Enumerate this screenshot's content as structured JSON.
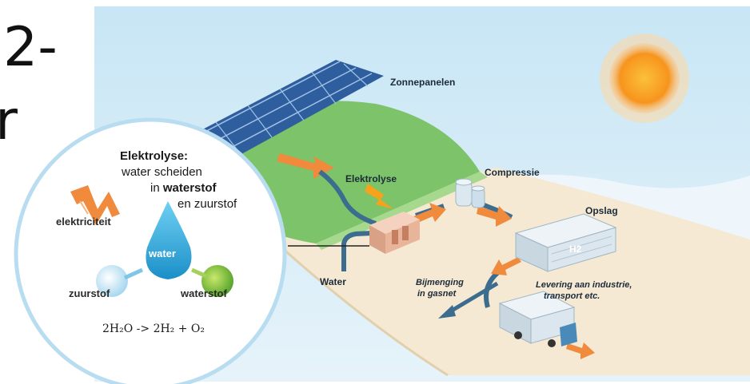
{
  "heading": {
    "line1": "2-",
    "line2": "r"
  },
  "labels": {
    "zonnepanelen": "Zonnepanelen",
    "elektrolyse": "Elektrolyse",
    "compressie": "Compressie",
    "opslag": "Opslag",
    "h2": "H2",
    "water": "Water",
    "bijmenging_1": "Bijmenging",
    "bijmenging_2": "in gasnet",
    "levering_1": "Levering aan industrie,",
    "levering_2": "transport etc."
  },
  "callout": {
    "title": "Elektrolyse:",
    "line1": "water scheiden",
    "line2_pre": "in ",
    "line2_bold": "waterstof",
    "line3": "en zuurstof",
    "elektriciteit": "elektriciteit",
    "water": "water",
    "zuurstof": "zuurstof",
    "waterstof": "waterstof",
    "equation": "2H₂O  -> 2H₂ + O₂"
  },
  "colors": {
    "sky": "#d6ecf7",
    "grass": "#7cc36a",
    "ground": "#f4e6cf",
    "arrow_orange": "#f08a3c",
    "pipe_blue": "#3c6d8f",
    "sun": "#f7941d"
  }
}
